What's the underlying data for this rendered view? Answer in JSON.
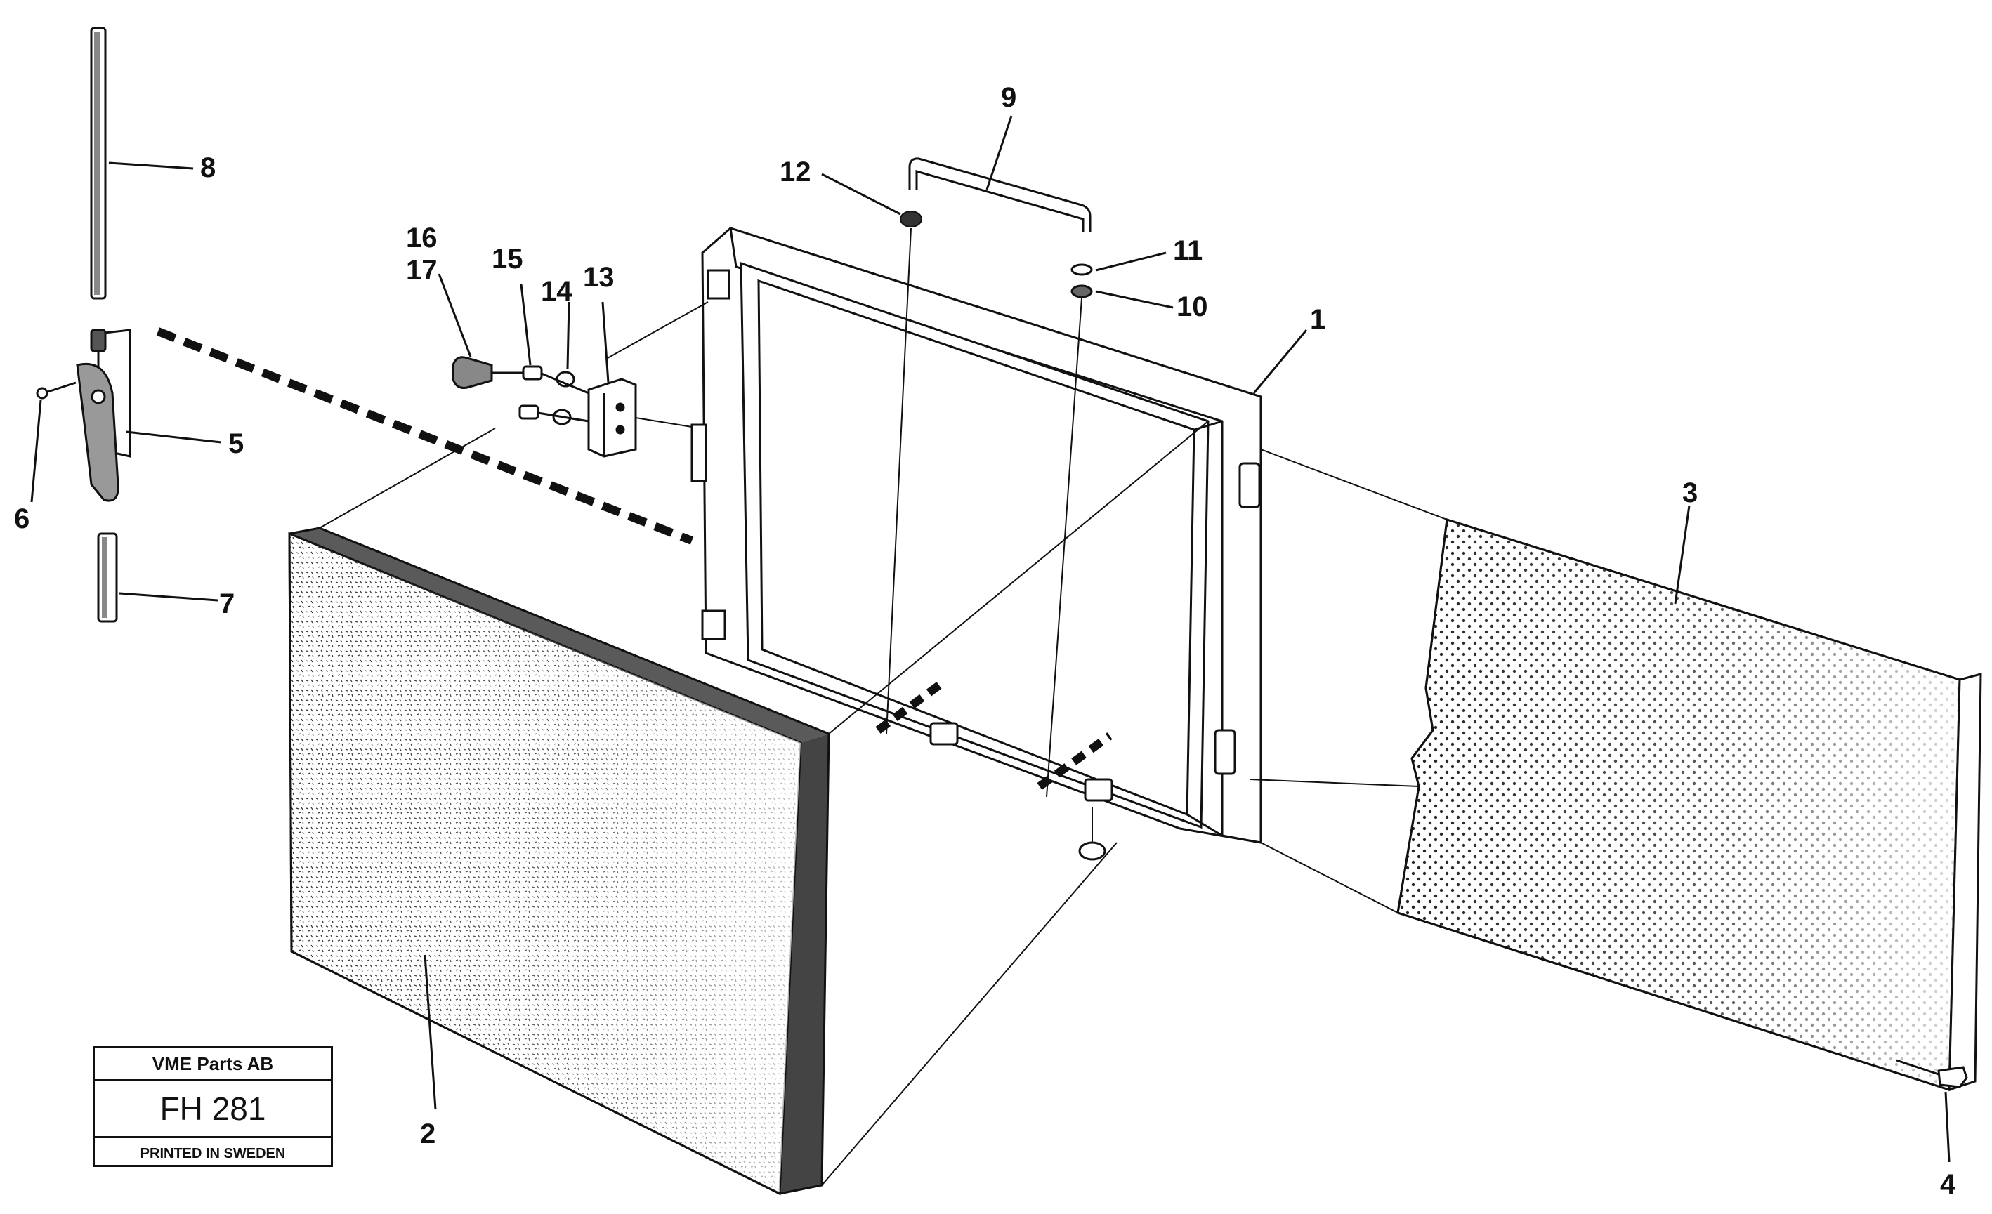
{
  "callouts": [
    {
      "id": "1",
      "text": "1"
    },
    {
      "id": "2",
      "text": "2"
    },
    {
      "id": "3",
      "text": "3"
    },
    {
      "id": "4",
      "text": "4"
    },
    {
      "id": "5",
      "text": "5"
    },
    {
      "id": "6",
      "text": "6"
    },
    {
      "id": "7",
      "text": "7"
    },
    {
      "id": "8",
      "text": "8"
    },
    {
      "id": "9",
      "text": "9"
    },
    {
      "id": "10",
      "text": "10"
    },
    {
      "id": "11",
      "text": "11"
    },
    {
      "id": "12",
      "text": "12"
    },
    {
      "id": "13",
      "text": "13"
    },
    {
      "id": "14",
      "text": "14"
    },
    {
      "id": "15",
      "text": "15"
    },
    {
      "id": "16",
      "text": "16"
    },
    {
      "id": "17",
      "text": "17"
    }
  ],
  "stamp": {
    "company": "VME Parts AB",
    "code": "FH 281",
    "origin": "PRINTED IN SWEDEN"
  }
}
